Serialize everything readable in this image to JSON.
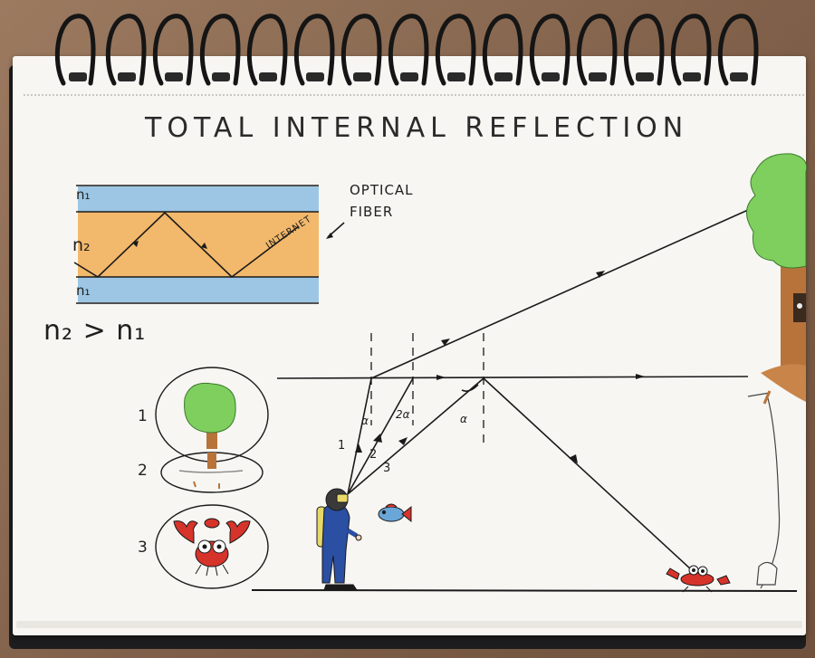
{
  "title": "TOTAL INTERNAL REFLECTION",
  "fiber_diagram": {
    "label": "OPTICAL FIBER",
    "label_line1": "OPTICAL",
    "label_line2": "FIBER",
    "top_layer": "n1",
    "core_layer": "n2",
    "bottom_layer": "n1",
    "top_layer_display": "n₁",
    "core_layer_display": "n₂",
    "bottom_layer_display": "n₁",
    "ray_text": "INTERNET"
  },
  "inequality": "n₂ > n₁",
  "views": [
    {
      "number": "1",
      "depicts": "tree-icon"
    },
    {
      "number": "2",
      "depicts": "tree-trunk-icon"
    },
    {
      "number": "3",
      "depicts": "crab-icon"
    }
  ],
  "rays": {
    "labels": [
      "1",
      "2",
      "3"
    ],
    "angle_labels": [
      "α",
      "2α",
      "α"
    ]
  },
  "colors": {
    "cladding": "#9cc6e4",
    "core": "#f2b86b",
    "tree_leaves": "#7fcf5f",
    "tree_trunk": "#b8733a",
    "crab": "#d6342b",
    "fish": "#6aa6d8",
    "diver_suit": "#2a4fa3",
    "ink": "#1a1a1a"
  }
}
